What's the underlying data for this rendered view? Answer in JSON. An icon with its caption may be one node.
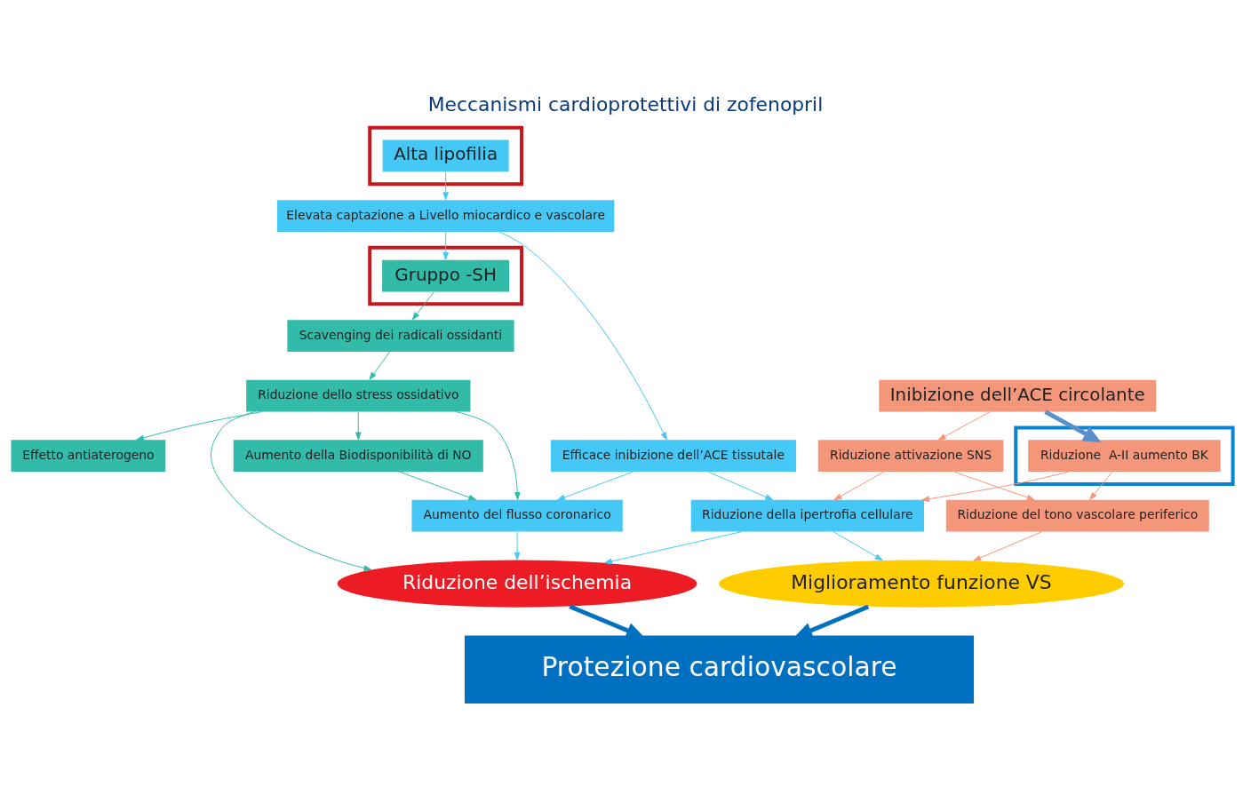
{
  "diagram": {
    "title": "Meccanismi cardioprotettivi di zofenopril",
    "nodes": [
      {
        "text": [],
        "shape": "box"
      },
      {
        "text": [
          "Gruppo -SH"
        ],
        "in": 0
      },
      {
        "text": [],
        "shape": "box"
      },
      {
        "text": [
          "Alta lipofilia"
        ],
        "in": 2
      },
      {
        "text": [
          "Inibizione dell’ACE circolante"
        ]
      },
      {
        "text": [
          "Elevata captazione a Livello miocardico e vascolare"
        ]
      },
      {
        "text": [
          "Scavenging dei radicali ossidanti"
        ]
      },
      {
        "text": [
          "Riduzione attivazione SNS"
        ]
      },
      {
        "text": [
          "Aumento della Biodisponibilità di NO"
        ]
      },
      {
        "text": [
          "Efficace inibizione dell’ACE tissutale"
        ]
      },
      {
        "text": [],
        "shape": "box"
      },
      {
        "text": [
          "Riduzione  A-II aumento BK"
        ],
        "in": 10
      },
      {
        "text": [
          "Riduzione dello stress ossidativo"
        ]
      },
      {
        "text": [
          "Aumento del flusso coronarico"
        ]
      },
      {
        "text": [
          "Riduzione della ipertrofia cellulare"
        ]
      },
      {
        "text": [
          "Riduzione del tono vascolare periferico"
        ]
      },
      {
        "text": [
          "Effetto antiaterogeno"
        ]
      },
      {
        "text": [
          "Riduzione dell’ischemia"
        ]
      },
      {
        "text": [
          "Miglioramento funzione VS"
        ]
      },
      {
        "text": [
          "Protezione cardiovascolare"
        ]
      }
    ],
    "edges": [
      {
        "from": 3,
        "to": 5,
        "arrow": "to",
        "color": "#45c8f5"
      },
      {
        "from": 5,
        "to": 1,
        "arrow": "to",
        "color": "#45c8f5"
      },
      {
        "from": 5,
        "to": 9,
        "arrow": "to",
        "color": "#45c8f5"
      },
      {
        "from": 1,
        "to": 6,
        "arrow": "to",
        "color": "#33bbaa"
      },
      {
        "from": 6,
        "to": 12,
        "arrow": "to",
        "color": "#33bbaa"
      },
      {
        "from": 12,
        "to": 8,
        "arrow": "to",
        "color": "#33bbaa"
      },
      {
        "from": 12,
        "to": 13,
        "arrow": "to",
        "color": "#33bbaa"
      },
      {
        "from": 12,
        "to": 16,
        "arrow": "to",
        "color": "#33bbaa"
      },
      {
        "from": 12,
        "to": 17,
        "arrow": "to",
        "color": "#33bbaa"
      },
      {
        "from": 8,
        "to": 13,
        "arrow": "to",
        "color": "#33bbaa"
      },
      {
        "from": 9,
        "to": 13,
        "arrow": "to",
        "color": "#45c8f5"
      },
      {
        "from": 9,
        "to": 14,
        "arrow": "to",
        "color": "#45c8f5"
      },
      {
        "from": 4,
        "to": 7,
        "arrow": "to",
        "color": "#f4967a"
      },
      {
        "from": 4,
        "to": 11,
        "arrow": "to",
        "style": "thick",
        "color": "#5b8fcb"
      },
      {
        "from": 7,
        "to": 14,
        "arrow": "to",
        "color": "#f4967a"
      },
      {
        "from": 7,
        "to": 15,
        "arrow": "to",
        "color": "#f4967a"
      },
      {
        "from": 11,
        "to": 14,
        "arrow": "to",
        "color": "#f4967a"
      },
      {
        "from": 11,
        "to": 15,
        "arrow": "to",
        "color": "#f4967a"
      },
      {
        "from": 15,
        "to": 18,
        "arrow": "to",
        "color": "#f4967a"
      },
      {
        "from": 13,
        "to": 17,
        "arrow": "to",
        "color": "#45c8f5"
      },
      {
        "from": 14,
        "to": 17,
        "arrow": "to",
        "color": "#45c8f5"
      },
      {
        "from": 14,
        "to": 18,
        "arrow": "to",
        "color": "#45c8f5"
      },
      {
        "from": 17,
        "to": 19,
        "arrow": "to",
        "style": "thick",
        "color": "#0070c0"
      },
      {
        "from": 18,
        "to": 19,
        "arrow": "to",
        "style": "thick",
        "color": "#0070c0"
      }
    ]
  }
}
